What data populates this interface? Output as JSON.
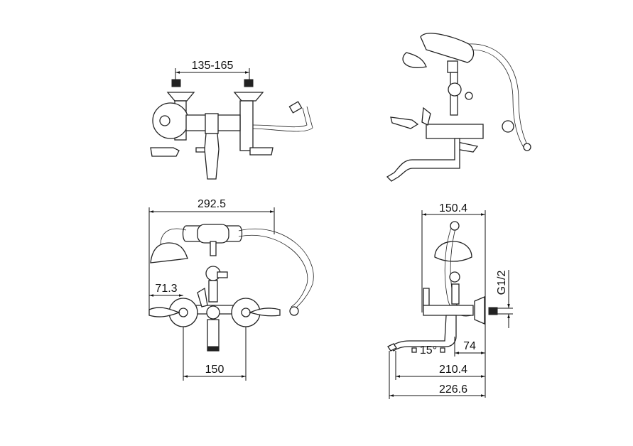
{
  "drawing": {
    "top_view": {
      "spacing_dim": "135-165"
    },
    "front_view": {
      "width_dim": "292.5",
      "offset_dim": "71.3",
      "center_dim": "150"
    },
    "side_view": {
      "depth_dim": "150.4",
      "thread_dim": "G1/2",
      "angle_dim": "15°",
      "spout_offset_dim": "74",
      "spout_reach_dim": "210.4",
      "total_reach_dim": "226.6"
    }
  },
  "colors": {
    "line": "#111111",
    "background": "#ffffff"
  }
}
